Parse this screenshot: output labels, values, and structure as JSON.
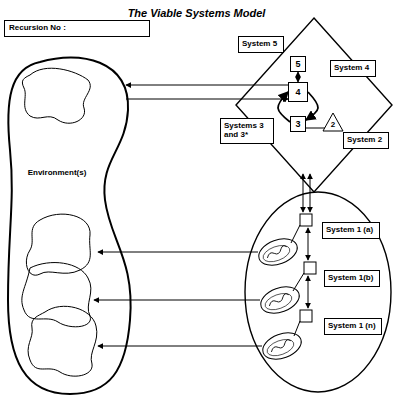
{
  "diagram": {
    "title": "The Viable Systems Model",
    "nodes": [
      {
        "text": [
          "Recursion No :"
        ]
      },
      {
        "text": [
          "Environment(s)"
        ]
      },
      {
        "text": [
          "System 5"
        ]
      },
      {
        "text": [
          "System 4"
        ]
      },
      {
        "text": [
          "Systems 3 and 3*"
        ]
      },
      {
        "text": [
          "System 2"
        ]
      },
      {
        "text": [
          "5"
        ]
      },
      {
        "text": [
          "4"
        ]
      },
      {
        "text": [
          "3"
        ]
      },
      {
        "text": [
          "2"
        ]
      },
      {
        "text": [
          "System 1 (a)"
        ]
      },
      {
        "text": [
          "System 1(b)"
        ]
      },
      {
        "text": [
          "System 1 (n)"
        ]
      }
    ],
    "edges": [
      {
        "from": 7,
        "to": 1,
        "arrow": "to"
      },
      {
        "from": 1,
        "to": 7,
        "arrow": "to"
      },
      {
        "from": 6,
        "to": 7,
        "arrow": "both"
      },
      {
        "from": 8,
        "to": 7,
        "arrow": "to"
      },
      {
        "from": 8,
        "to": 9,
        "arrow": "none"
      },
      {
        "from": 7,
        "to": 8,
        "arrow": "to"
      }
    ]
  }
}
